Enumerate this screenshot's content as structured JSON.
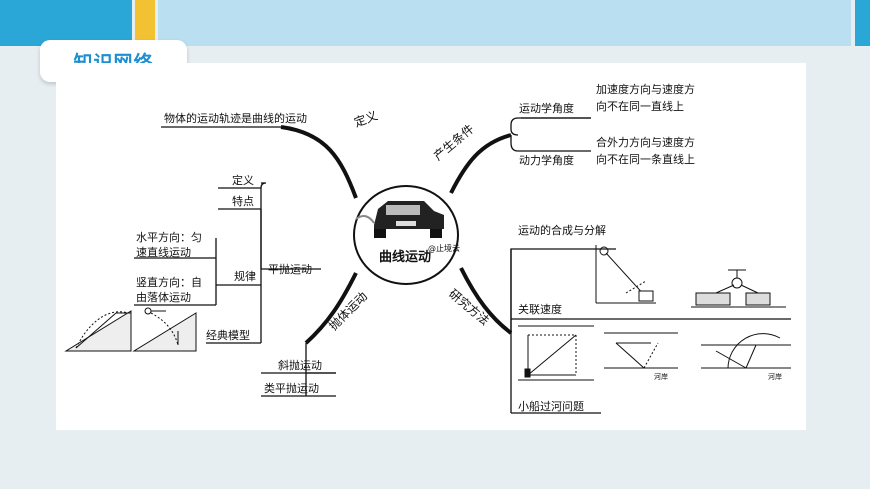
{
  "header": {
    "title": "知识网络"
  },
  "center": {
    "label": "曲线运动",
    "watermark": "@止境云"
  },
  "definition": {
    "branch": "定义",
    "text": "物体的运动轨迹是曲线的运动"
  },
  "conditions": {
    "branch": "产生条件",
    "kinematics_label": "运动学角度",
    "kinematics_text_1": "加速度方向与速度方",
    "kinematics_text_2": "向不在同一直线上",
    "dynamics_label": "动力学角度",
    "dynamics_text_1": "合外力方向与速度方",
    "dynamics_text_2": "向不在同一条直线上"
  },
  "methods": {
    "branch": "研究方法",
    "composition": "运动的合成与分解",
    "related_velocity": "关联速度",
    "boat": "小船过河问题",
    "river_bank_1": "河岸",
    "river_bank_2": "河岸"
  },
  "projectile": {
    "branch": "抛体运动",
    "horizontal": "平抛运动",
    "definition": "定义",
    "feature": "特点",
    "law": "规律",
    "law_h_1": "水平方向：匀",
    "law_h_2": "速直线运动",
    "law_v_1": "竖直方向：自",
    "law_v_2": "由落体运动",
    "classic": "经典模型",
    "oblique": "斜抛运动",
    "quasi": "类平抛运动"
  }
}
